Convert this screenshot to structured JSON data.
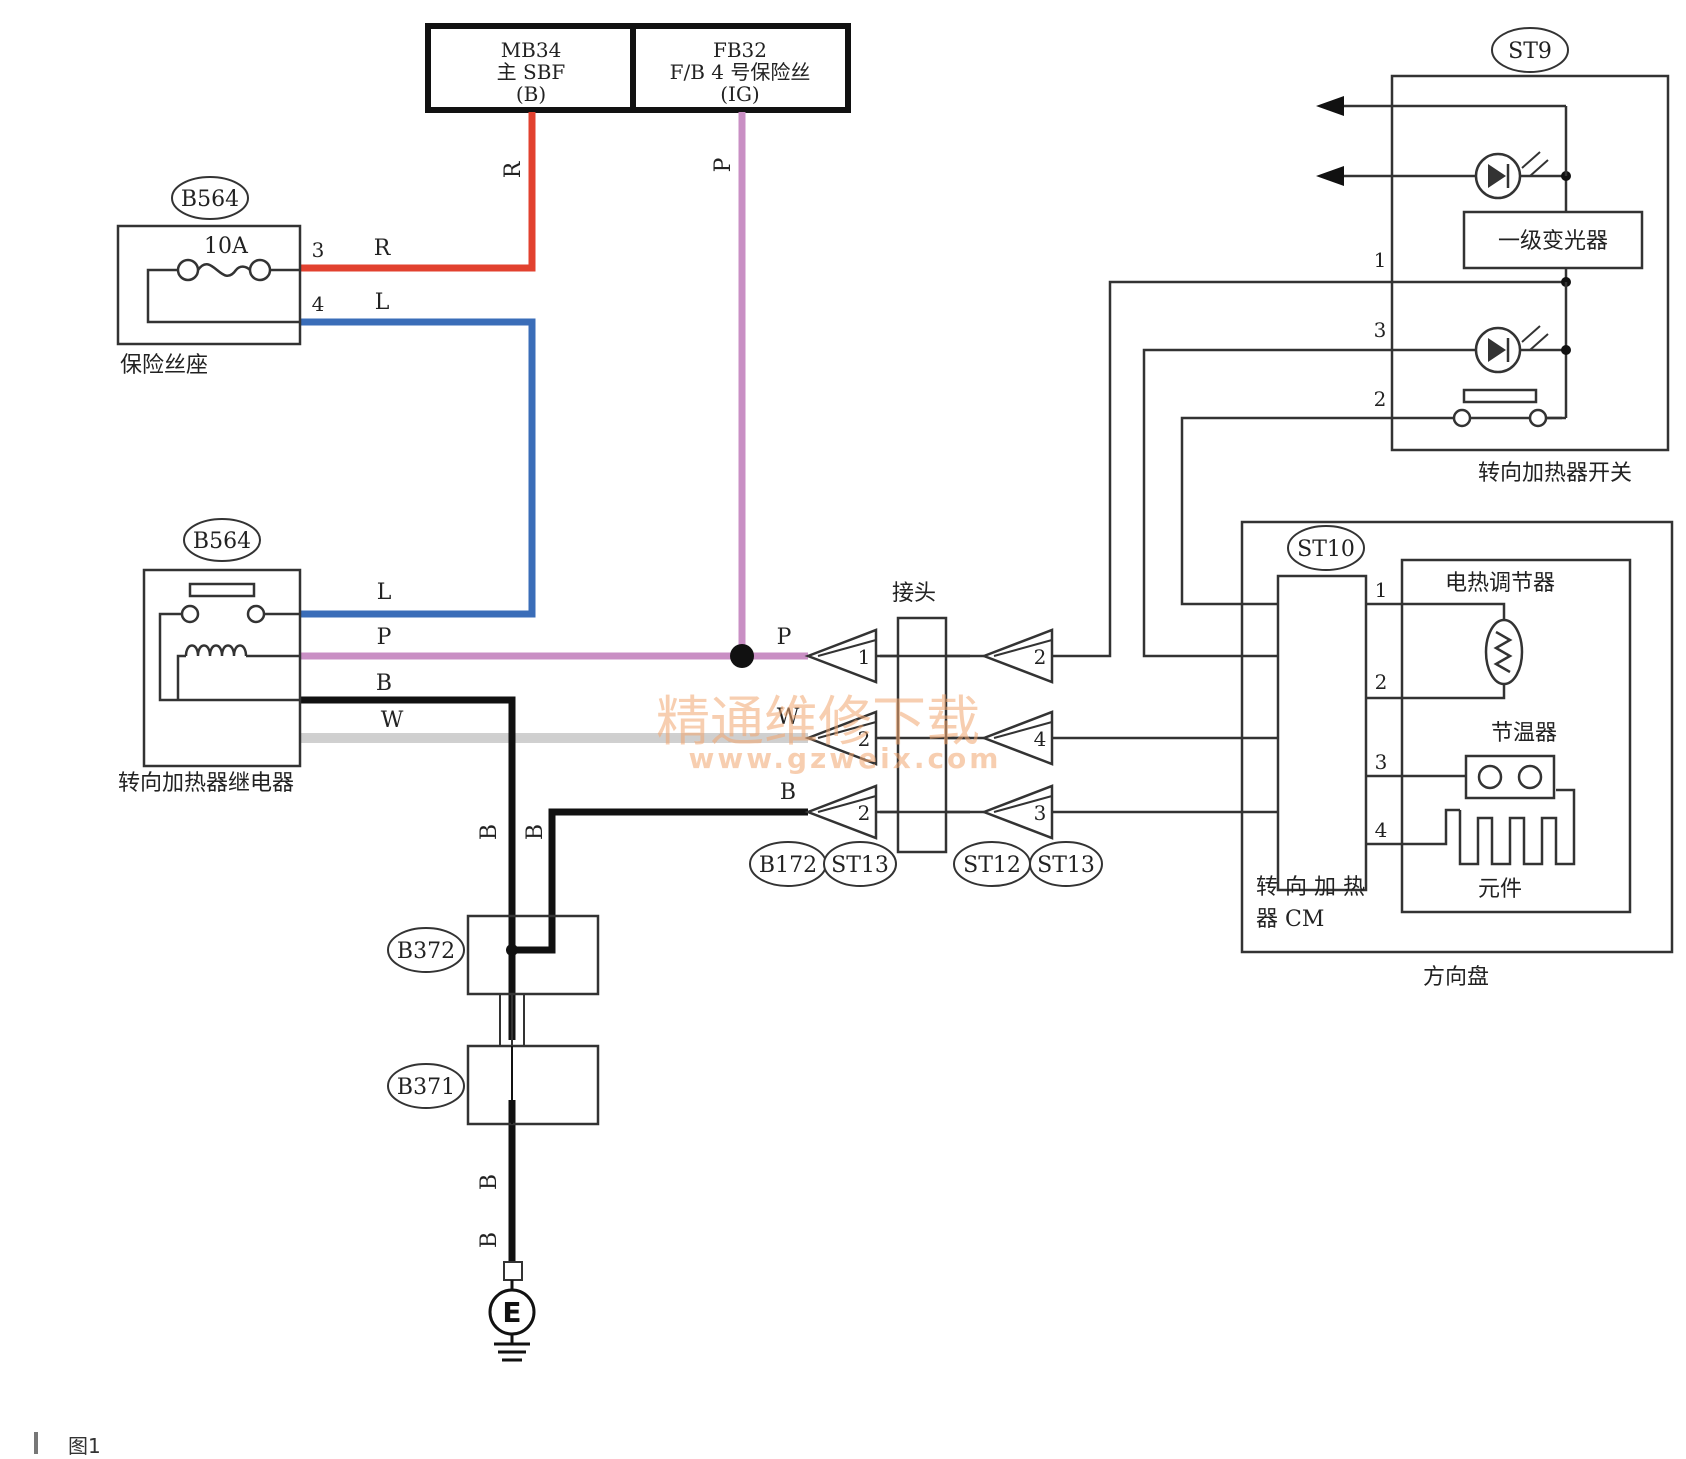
{
  "fuse_box": {
    "mb34": {
      "code": "MB34",
      "name": "主 SBF",
      "tag": "(B)"
    },
    "fb32": {
      "code": "FB32",
      "name": "F/B 4 号保险丝",
      "tag": "(IG)"
    }
  },
  "fuse_holder": {
    "connector": "B564",
    "rating": "10A",
    "pin3": "3",
    "pin4": "4",
    "label": "保险丝座"
  },
  "relay": {
    "connector": "B564",
    "label": "转向加热器继电器"
  },
  "wire_colors": {
    "R": "R",
    "P": "P",
    "L": "L",
    "B": "B",
    "W": "W"
  },
  "joint": {
    "label": "接头",
    "left_pin1": "1",
    "left_pin2a": "2",
    "left_pin2b": "2",
    "right_pin2": "2",
    "right_pin4": "4",
    "right_pin3": "3"
  },
  "connectors": {
    "b172": "B172",
    "st13a": "ST13",
    "st12": "ST12",
    "st13b": "ST13",
    "b372": "B372",
    "b371": "B371"
  },
  "switch": {
    "connector": "ST9",
    "dimmer": "一级变光器",
    "pin1": "1",
    "pin3": "3",
    "pin2": "2",
    "label": "转向加热器开关"
  },
  "steering": {
    "connector": "ST10",
    "cm_label_1": "转 向 加 热",
    "cm_label_2": "器 CM",
    "pin1": "1",
    "pin2": "2",
    "pin3": "3",
    "pin4": "4",
    "heater_regulator": "电热调节器",
    "thermostat": "节温器",
    "element": "元件",
    "wheel_label": "方向盘"
  },
  "ground": {
    "symbol": "E"
  },
  "watermark": {
    "cn": "精通维修下载",
    "url": "www.gzweix.com"
  },
  "caption": "图1",
  "colors": {
    "red": "#e2412f",
    "pink": "#c98fc4",
    "blue": "#3a6db8",
    "black": "#111111",
    "white_wire": "#cfcfcf",
    "frame": "#333333"
  }
}
